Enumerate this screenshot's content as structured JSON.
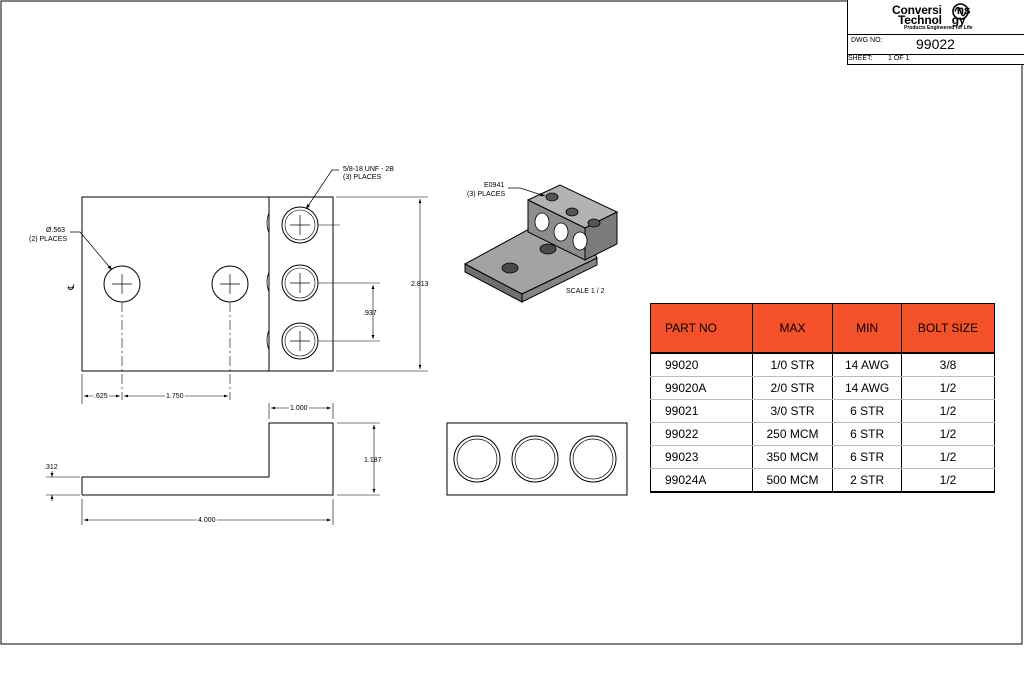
{
  "title_block": {
    "company_line1": "Conversi",
    "company_line2": "Technol",
    "company_suffix1": "ns",
    "company_suffix2": "gy",
    "tagline": "Products Engineered for Life",
    "dwg_label": "DWG NO:",
    "dwg_number": "99022",
    "sheet_label": "SHEET:",
    "sheet_value": "1  OF  1"
  },
  "callouts": {
    "thread": "5/8-18 UNF - 2B",
    "thread_places": "(3) PLACES",
    "hole_dia": "Ø.563",
    "hole_places": "(2) PLACES",
    "centerline": "℄",
    "iso_part": "E0941",
    "iso_places": "(3) PLACES",
    "scale": "SCALE 1 / 2"
  },
  "dimensions": {
    "height_total": "2.813",
    "hole_spacing": ".937",
    "edge_offset": ".625",
    "hole_pitch": "1.750",
    "top_width": "1.000",
    "side_height": "1.187",
    "thickness": ".312",
    "length": "4.000"
  },
  "table": {
    "headers": [
      "PART NO",
      "MAX",
      "MIN",
      "BOLT SIZE"
    ],
    "rows": [
      [
        "99020",
        "1/0 STR",
        "14 AWG",
        "3/8"
      ],
      [
        "99020A",
        "2/0 STR",
        "14 AWG",
        "1/2"
      ],
      [
        "99021",
        "3/0 STR",
        "6 STR",
        "1/2"
      ],
      [
        "99022",
        "250  MCM",
        "6 STR",
        "1/2"
      ],
      [
        "99023",
        "350 MCM",
        "6 STR",
        "1/2"
      ],
      [
        "99024A",
        "500 MCM",
        "2 STR",
        "1/2"
      ]
    ]
  },
  "colors": {
    "header_bg": "#f4502a",
    "part_body": "#9a9a9a"
  }
}
